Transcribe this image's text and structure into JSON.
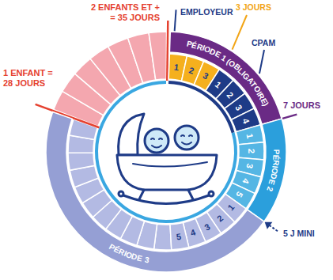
{
  "diagram": {
    "nodes": [
      {
        "text": [
          "PÉRIODE 1 (OBLIGATOIRE)"
        ]
      },
      {
        "text": [
          "1"
        ]
      },
      {
        "text": [
          "2"
        ]
      },
      {
        "text": [
          "3"
        ]
      },
      {
        "text": [
          "1"
        ]
      },
      {
        "text": [
          "2"
        ]
      },
      {
        "text": [
          "3"
        ]
      },
      {
        "text": [
          "4"
        ]
      },
      {
        "text": [
          "PÉRIODE 2"
        ]
      },
      {
        "text": [
          "1"
        ]
      },
      {
        "text": [
          "2"
        ]
      },
      {
        "text": [
          "3"
        ]
      },
      {
        "text": [
          "4"
        ]
      },
      {
        "text": [
          "5"
        ]
      },
      {
        "text": [
          "PÉRIODE 3"
        ]
      },
      {
        "text": [
          "1"
        ]
      },
      {
        "text": [
          "2"
        ]
      },
      {
        "text": [
          "3"
        ]
      },
      {
        "text": [
          "4"
        ]
      },
      {
        "text": [
          "5"
        ]
      }
    ],
    "labels": [
      "2 ENFANTS ET + = 35 JOURS",
      "1 ENFANT = 28 JOURS",
      "EMPLOYEUR",
      "3 JOURS",
      "CPAM",
      "7 JOURS",
      "5 J MINI"
    ]
  }
}
